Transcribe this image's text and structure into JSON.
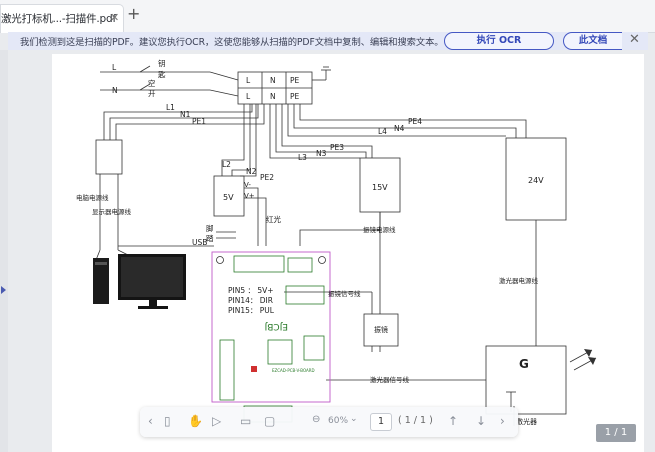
{
  "tab": {
    "title": "激光打标机...-扫描件.pdf",
    "close": "✕",
    "add": "+"
  },
  "ocr_bar": {
    "message": "我们检测到这是扫描的PDF。建议您执行OCR，这使您能够从扫描的PDF文档中复制、编辑和搜索文本。",
    "run_ocr": "执行 OCR",
    "second_button": "此文档",
    "close": "✕"
  },
  "diagram": {
    "switch_key": "钥",
    "switch_key2": "匙",
    "air_switch": "空",
    "air_switch2": "开",
    "L": "L",
    "N": "N",
    "PE": "PE",
    "L1": "L1",
    "N1": "N1",
    "PE1": "PE1",
    "L2": "L2",
    "N2": "N2",
    "PE2": "PE2",
    "L3": "L3",
    "N3": "N3",
    "PE3": "PE3",
    "L4": "L4",
    "N4": "N4",
    "PE4": "PE4",
    "psu_5v": "5V",
    "v_minus": "V-",
    "v_plus": "V+",
    "psu_15v": "15V",
    "psu_24v": "24V",
    "computer_power": "电脑电源线",
    "monitor_power": "显示器电源线",
    "usb": "USB",
    "foot": "脚",
    "pedal": "踏",
    "red_light": "红光",
    "pin5": "PIN5 ： 5V+",
    "pin14": "PIN14： DIR",
    "pin15": "PIN15： PUL",
    "board_label": "EJCBJ",
    "board_small": "EZCAD-PCB-V-BOARD",
    "galvo_power": "振镜电源线",
    "galvo_signal": "振镜信号线",
    "galvo": "振镜",
    "laser_power": "激光器电源线",
    "laser_signal": "激光器信号线",
    "laser_G": "G",
    "laser_head": "激光器"
  },
  "toolbar": {
    "page_current": "1",
    "page_total": "( 1 / 1 )",
    "zoom": "60%"
  },
  "pager": "1 / 1"
}
